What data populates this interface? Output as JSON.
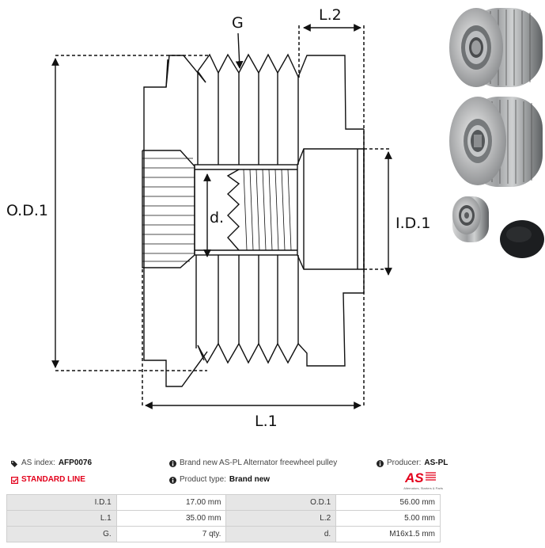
{
  "diagram": {
    "labels": {
      "g": "G",
      "l2": "L.2",
      "od1": "O.D.1",
      "id1": "I.D.1",
      "d": "d.",
      "l1": "L.1"
    }
  },
  "photos": {
    "items": [
      "pulley-front-view",
      "pulley-rear-view",
      "freewheel-clutch-and-cap"
    ]
  },
  "info": {
    "as_index_label": "AS index:",
    "as_index_value": "AFP0076",
    "line_label": "STANDARD LINE",
    "description": "Brand new AS-PL Alternator freewheel pulley",
    "product_type_label": "Product type:",
    "product_type_value": "Brand new",
    "producer_label": "Producer:",
    "producer_value": "AS-PL",
    "logo_text": "AS",
    "logo_tagline": "Alternators, Starters & Parts",
    "accent_color": "#e3001b"
  },
  "specs": {
    "rows": [
      {
        "label1": "I.D.1",
        "value1": "17.00 mm",
        "label2": "O.D.1",
        "value2": "56.00 mm"
      },
      {
        "label1": "L.1",
        "value1": "35.00 mm",
        "label2": "L.2",
        "value2": "5.00 mm"
      },
      {
        "label1": "G.",
        "value1": "7 qty.",
        "label2": "d.",
        "value2": "M16x1.5 mm"
      }
    ]
  }
}
